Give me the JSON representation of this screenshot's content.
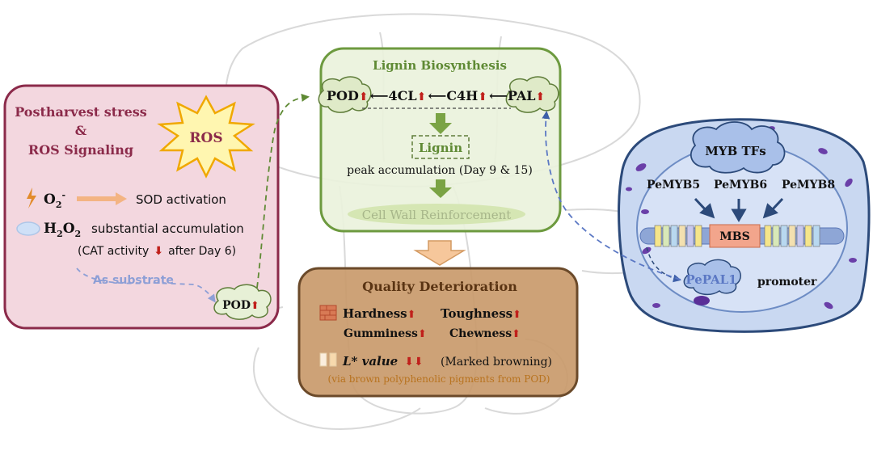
{
  "colors": {
    "ros_panel_fill": "#f3d7df",
    "ros_panel_stroke": "#8b2a4a",
    "ros_title": "#8b2a4a",
    "lignin_panel_fill": "#eaf2dc",
    "lignin_panel_stroke": "#6d9a3f",
    "lignin_title": "#5f8a34",
    "quality_panel_fill": "#c99a6b",
    "quality_panel_stroke": "#6b4a2a",
    "quality_title": "#5a3413",
    "cell_fill": "#c9d8f1",
    "cell_stroke": "#2c4a7a",
    "up_arrow": "#c0201b",
    "dashed_green": "#5f8a34",
    "dashed_blue": "#5b78c4"
  },
  "ros_panel": {
    "title_line1": "Postharvest stress",
    "title_line2": "&",
    "title_line3": "ROS Signaling",
    "ros_burst": "ROS",
    "o2_label": "O",
    "o2_sub": "2",
    "o2_sup": "-",
    "o2_effect": "SOD activation",
    "h2o2_label": "H",
    "h2o2_sub1": "2",
    "h2o2_mid": "O",
    "h2o2_sub2": "2",
    "h2o2_effect": "substantial accumulation",
    "cat_note_pre": "(CAT activity",
    "cat_note_post": "after Day 6)",
    "substrate_label": "As substrate",
    "pod_cloud": "POD"
  },
  "lignin_panel": {
    "title": "Lignin Biosynthesis",
    "pathway": [
      {
        "name": "POD",
        "up": "⬆"
      },
      {
        "name": "4CL",
        "up": "⬆"
      },
      {
        "name": "C4H",
        "up": "⬆"
      },
      {
        "name": "PAL",
        "up": "⬆"
      }
    ],
    "lignin_box": "Lignin",
    "peak_text": "peak accumulation (Day 9 & 15)",
    "cell_wall": "Cell Wall Reinforcement"
  },
  "quality_panel": {
    "title": "Quality Deterioration",
    "hardness": "Hardness",
    "toughness": "Toughness",
    "gumminess": "Gumminess",
    "chewness": "Chewness",
    "l_value": "L* value",
    "browning": "(Marked browning)",
    "via_note": "(via brown polyphenolic pigments from POD)"
  },
  "cell_panel": {
    "tf_cloud": "MYB TFs",
    "tfs": [
      "PeMYB5",
      "PeMYB6",
      "PeMYB8"
    ],
    "mbs_label": "MBS",
    "gene_label": "PePAL1",
    "promoter_label": "promoter"
  },
  "symbols": {
    "up": "⬆",
    "down": "⬇",
    "left_arrow": "⟵"
  }
}
